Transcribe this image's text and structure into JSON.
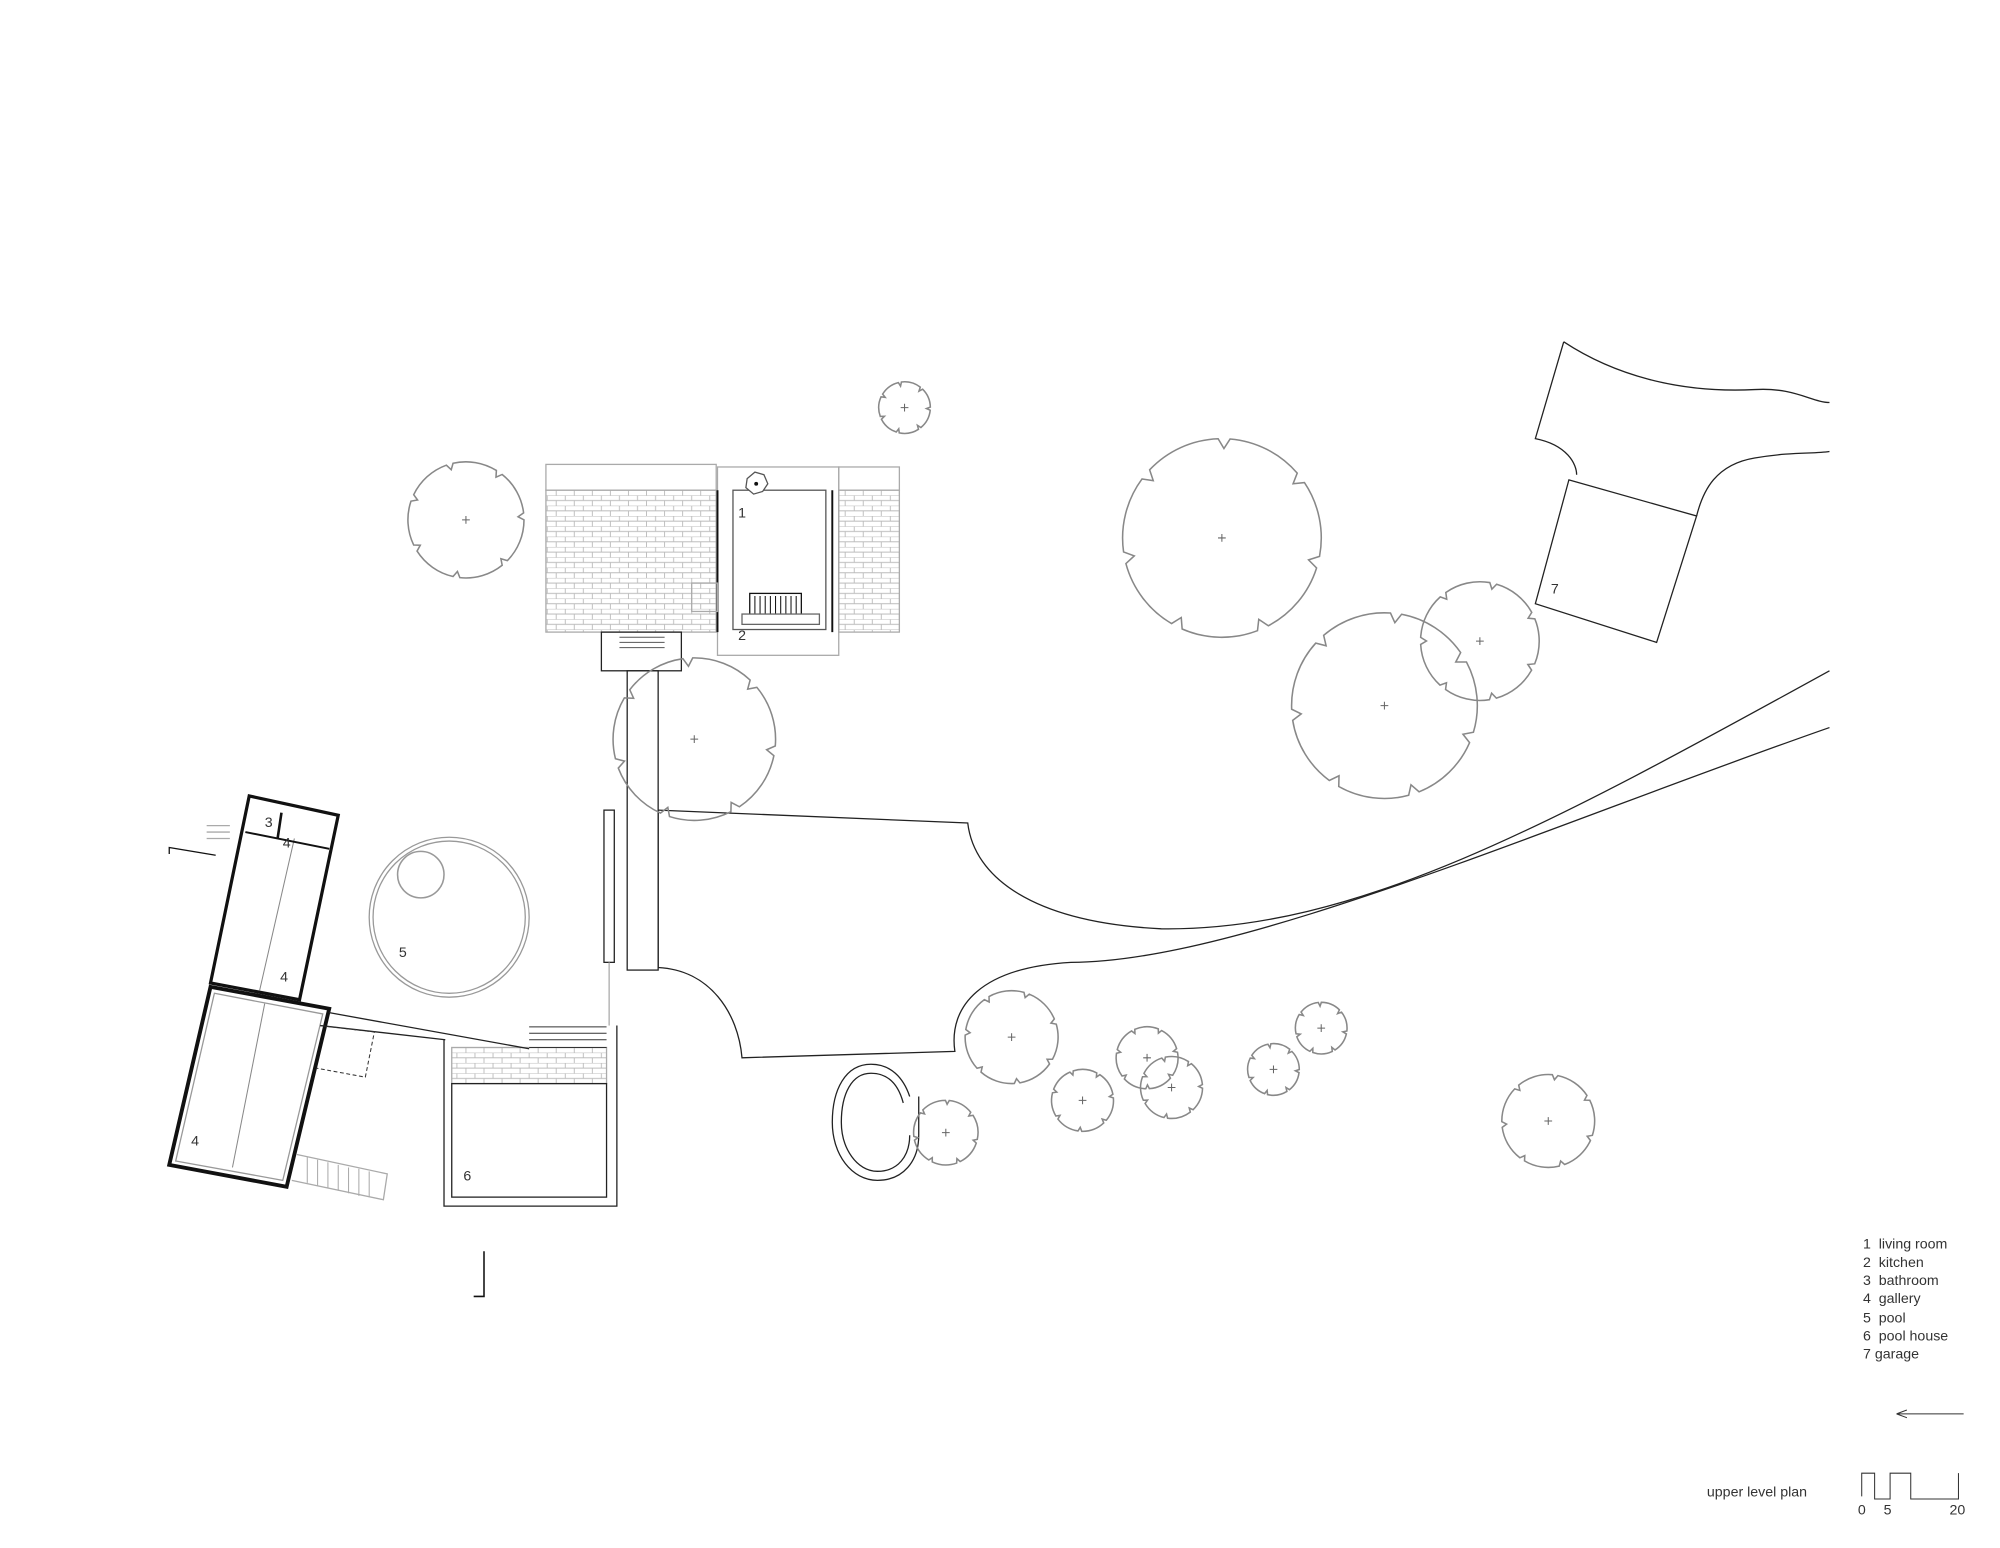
{
  "plan": {
    "title": "upper level plan",
    "room_labels": [
      "1",
      "2",
      "3",
      "4",
      "4",
      "4",
      "5",
      "6",
      "7"
    ],
    "north_arrow": "arrow-left-icon"
  },
  "legend": {
    "items": [
      "1  living room",
      "2  kitchen",
      "3  bathroom",
      "4  gallery",
      "5  pool",
      "6  pool house",
      "7 garage"
    ]
  },
  "scale_bar": {
    "ticks": [
      "0",
      "5",
      "20"
    ]
  },
  "colors": {
    "line": "#222222",
    "tree": "#888888",
    "paving": "#aaaaaa"
  }
}
